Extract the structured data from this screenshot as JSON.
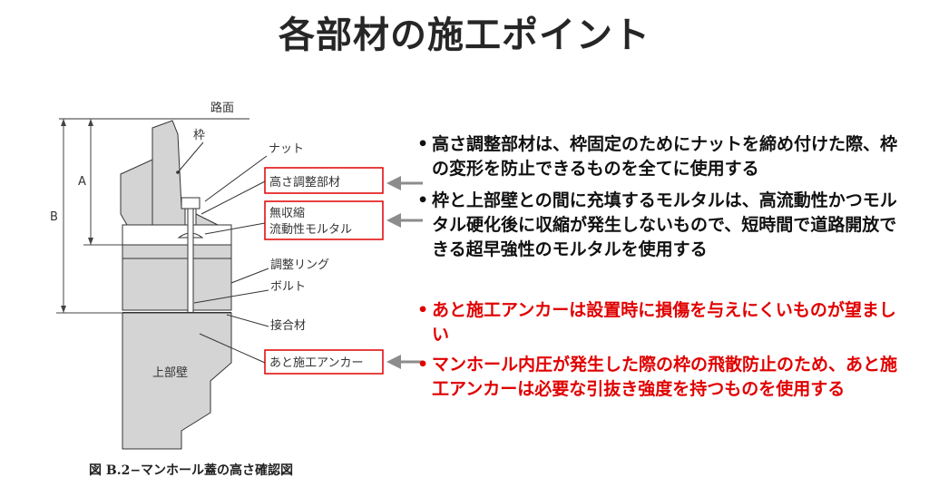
{
  "title": "各部材の施工ポイント",
  "figure": {
    "labels": {
      "road_surface": "路面",
      "frame": "枠",
      "nut": "ナット",
      "height_adjust": "高さ調整部材",
      "mortar_line1": "無収縮",
      "mortar_line2": "流動性モルタル",
      "adjust_ring": "調整リング",
      "bolt": "ボルト",
      "joint": "接合材",
      "anchor": "あと施工アンカー",
      "upper_wall": "上部壁",
      "dim_a": "A",
      "dim_b": "B"
    },
    "caption": "図 B.2−マンホール蓋の高さ確認図",
    "highlight_color": "#e00000",
    "arrow_color": "#8c8c8c"
  },
  "bullets": [
    {
      "marker": "•",
      "text": "高さ調整部材は、枠固定のためにナットを締め付けた際、枠の変形を防止できるものを全てに使用する",
      "color": "#111111"
    },
    {
      "marker": "•",
      "text": "枠と上部壁との間に充填するモルタルは、高流動性かつモルタル硬化後に収縮が発生しないもので、短時間で道路開放できる超早強性のモルタルを使用する",
      "color": "#111111"
    },
    {
      "marker": "•",
      "text": "あと施工アンカーは設置時に損傷を与えにくいものが望ましい",
      "color": "#e00000"
    },
    {
      "marker": "•",
      "text": "マンホール内圧が発生した際の枠の飛散防止のため、あと施工アンカーは必要な引抜き強度を持つものを使用する",
      "color": "#e00000"
    }
  ]
}
